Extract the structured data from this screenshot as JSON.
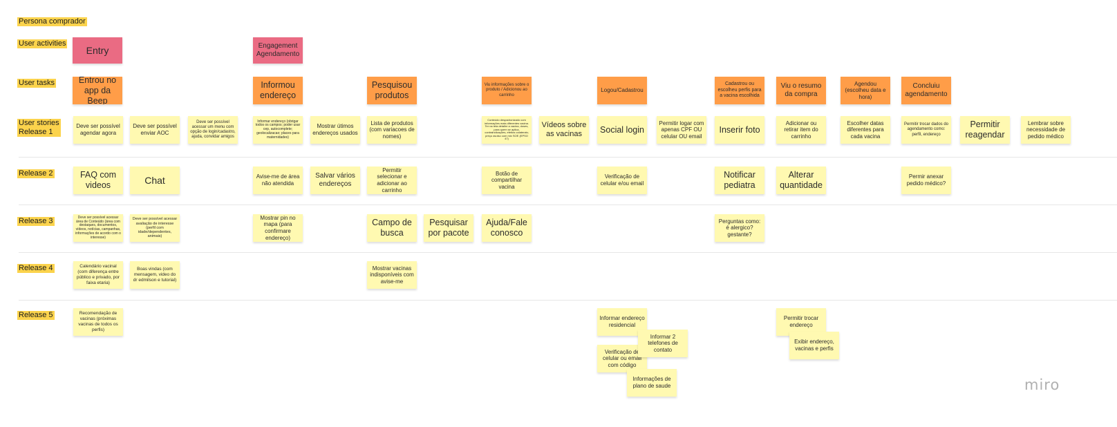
{
  "persona": "Persona comprador",
  "rows": {
    "user_activities": "User activities",
    "user_tasks": "User tasks",
    "user_stories": "User stories\nRelease 1",
    "release_2": "Release 2",
    "release_3": "Release 3",
    "release_4": "Release 4",
    "release_5": "Release 5"
  },
  "activities": {
    "entry": "Entry",
    "engagement": "Engagement Agendamento"
  },
  "tasks": {
    "t1": "Entrou no app da Beep",
    "t2": "Informou endereço",
    "t3": "Pesquisou produtos",
    "t4": "Viu informações sobre o produto / Adicionou ao carrinho",
    "t5": "Logou/Cadastrou",
    "t6": "Cadastrou ou escolheu perfis para a vacina escolhida",
    "t7": "Viu o resumo da compra",
    "t8": "Agendou (escolheu data e hora)",
    "t9": "Concluiu agendamento"
  },
  "release1": {
    "n1": "Deve ser possível agendar agora",
    "n2": "Deve ser possível enviar AOC",
    "n3": "Deve ser possível acessar um menu com opção de login/cadastro, ajuda, convidar amigos",
    "n4": "Informar endereço (obrigar todos os campos; poder usar cep, autocomplete; geolocalizacao; places para maternidades)",
    "n5": "Mostrar útimos endereços usados",
    "n6": "Lista de produtos (com variacoes de nomes)",
    "n7": "Conteúdo despadronizado com informações mais diferentes vacina. Ter na tela detalhe a vacina, doses, para quem se aplica, contraindicações, efeitos colaterais; preço avulso com mix SOE (EPSO 47)",
    "n8": "Vídeos sobre as vacinas",
    "n9": "Social login",
    "n10": "Permitir logar com apenas CPF OU celular OU email",
    "n11": "Inserir foto",
    "n12": "Adicionar ou retirar item do carrinho",
    "n13": "Escolher datas diferentes para cada vacina",
    "n14": "Permitir trocar dados do agendamento como: perfil, endereço",
    "n15": "Permitir reagendar",
    "n16": "Lembrar sobre necessidade de pedido médico"
  },
  "release2": {
    "n1": "FAQ com videos",
    "n2": "Chat",
    "n3": "Avise-me de área não atendida",
    "n4": "Salvar vários endereços",
    "n5": "Permitir selecionar e adicionar ao carrinho",
    "n6": "Botão de compartilhar vacina",
    "n7": "Verificação de celular e/ou email",
    "n8": "Notificar pediatra",
    "n9": "Alterar quantidade",
    "n10": "Permir anexar pedido médico?"
  },
  "release3": {
    "n1": "Deve ser possível acessar área de Conteúdo (área com destaques, documentos, vídeos, notícias, campanhas, informações de acordo com o interesse)",
    "n2": "Deve ser possível acessar avaliação de interesse (perfil com idade/dependentes, animais)",
    "n3": "Mostrar pin no mapa (para confirmare endereço)",
    "n4": "Campo de busca",
    "n5": "Pesquisar por pacote",
    "n6": "Ajuda/Fale conosco",
    "n7": "Perguntas como: é alergico? gestante?"
  },
  "release4": {
    "n1": "Calendário vacinal (com diferença entre público e privado, por faixa etaria)",
    "n2": "Boas vindas (com mensagem, video do dr edmilson e tutorial)",
    "n3": "Mostrar vacinas indisponíveis com avise-me"
  },
  "release5": {
    "n1": "Recomendação de vacinas (próximas vacinas de todos os perfis)",
    "n2": "Informar endereço residencial",
    "n3": "Informar 2 telefones de contato",
    "n4": "Verificação de celular ou email com código",
    "n5": "Informações de plano de saude",
    "n6": "Permitir trocar endereço",
    "n7": "Exibir endereço, vacinas e perfis"
  },
  "brand": "miro",
  "colors": {
    "label_bg": "#fbd34c",
    "sticky_yellow": "#fff9b1",
    "sticky_orange": "#ff9d48",
    "sticky_pink": "#ea6b83"
  }
}
